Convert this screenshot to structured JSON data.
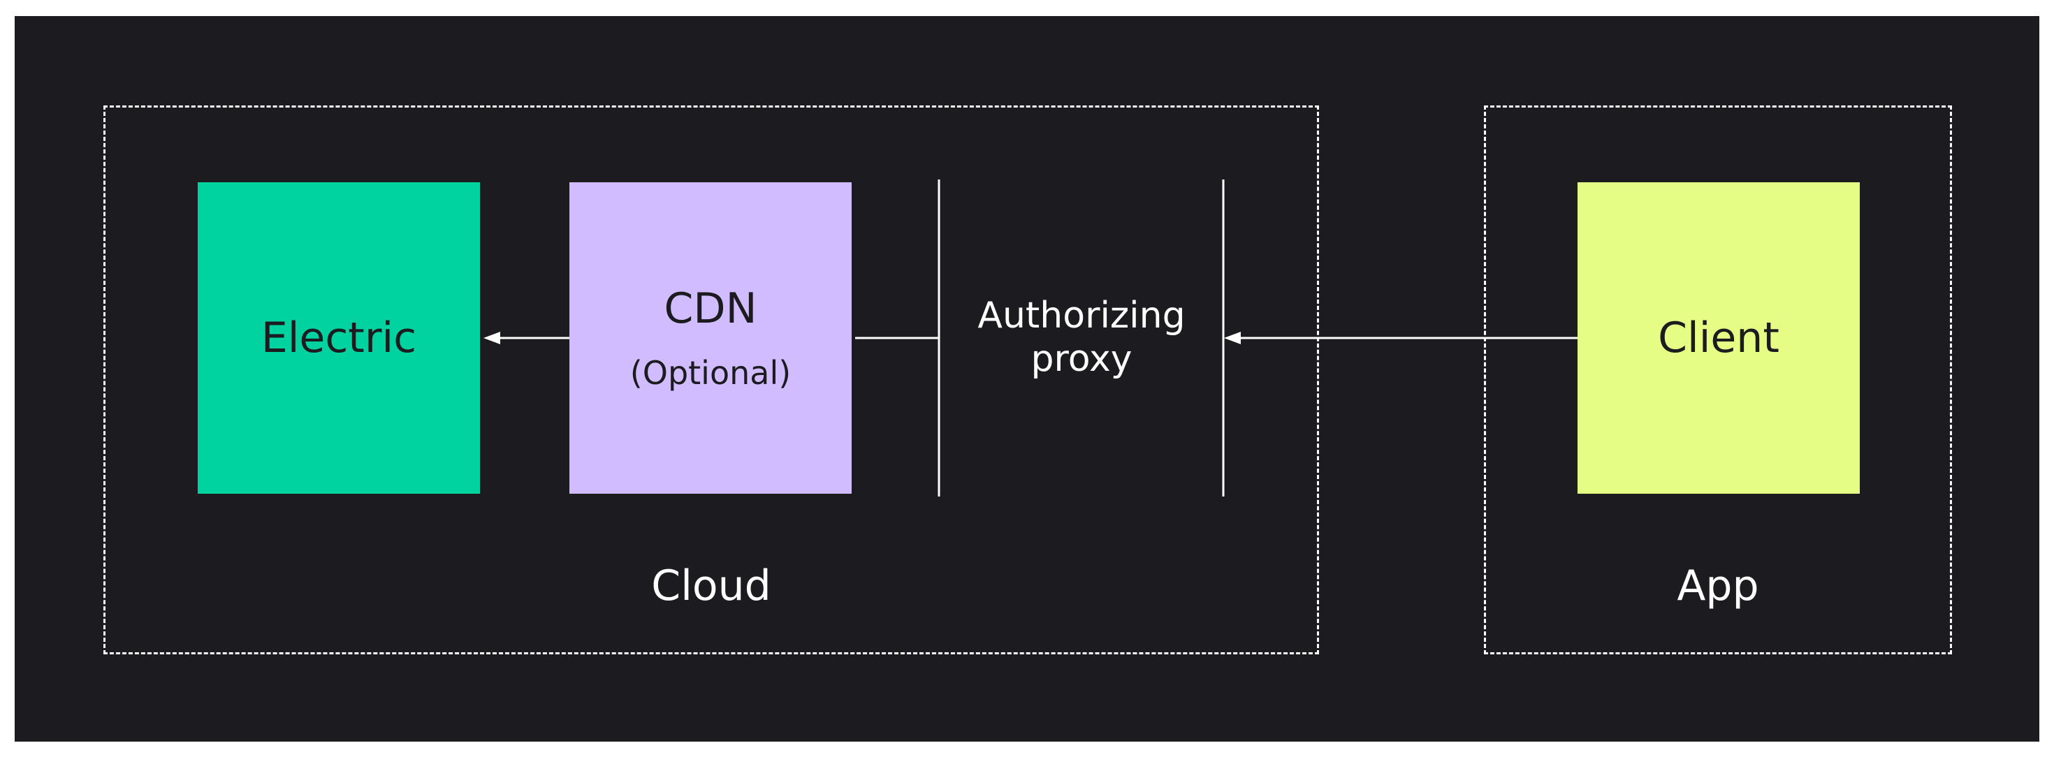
{
  "colors": {
    "background": "#1c1b20",
    "frame": "#ffffff",
    "electric": "#00d2a0",
    "cdn": "#d0bcff",
    "client": "#e5fd84",
    "node_text": "#1c1b20",
    "line": "#ffffff"
  },
  "groups": {
    "cloud": {
      "label": "Cloud"
    },
    "app": {
      "label": "App"
    }
  },
  "nodes": {
    "electric": {
      "title": "Electric"
    },
    "cdn": {
      "title": "CDN",
      "subtitle": "(Optional)"
    },
    "proxy": {
      "title": "Authorizing proxy"
    },
    "client": {
      "title": "Client"
    }
  },
  "edges": [
    {
      "from": "client",
      "to": "proxy"
    },
    {
      "from": "cdn",
      "to": "electric"
    }
  ]
}
